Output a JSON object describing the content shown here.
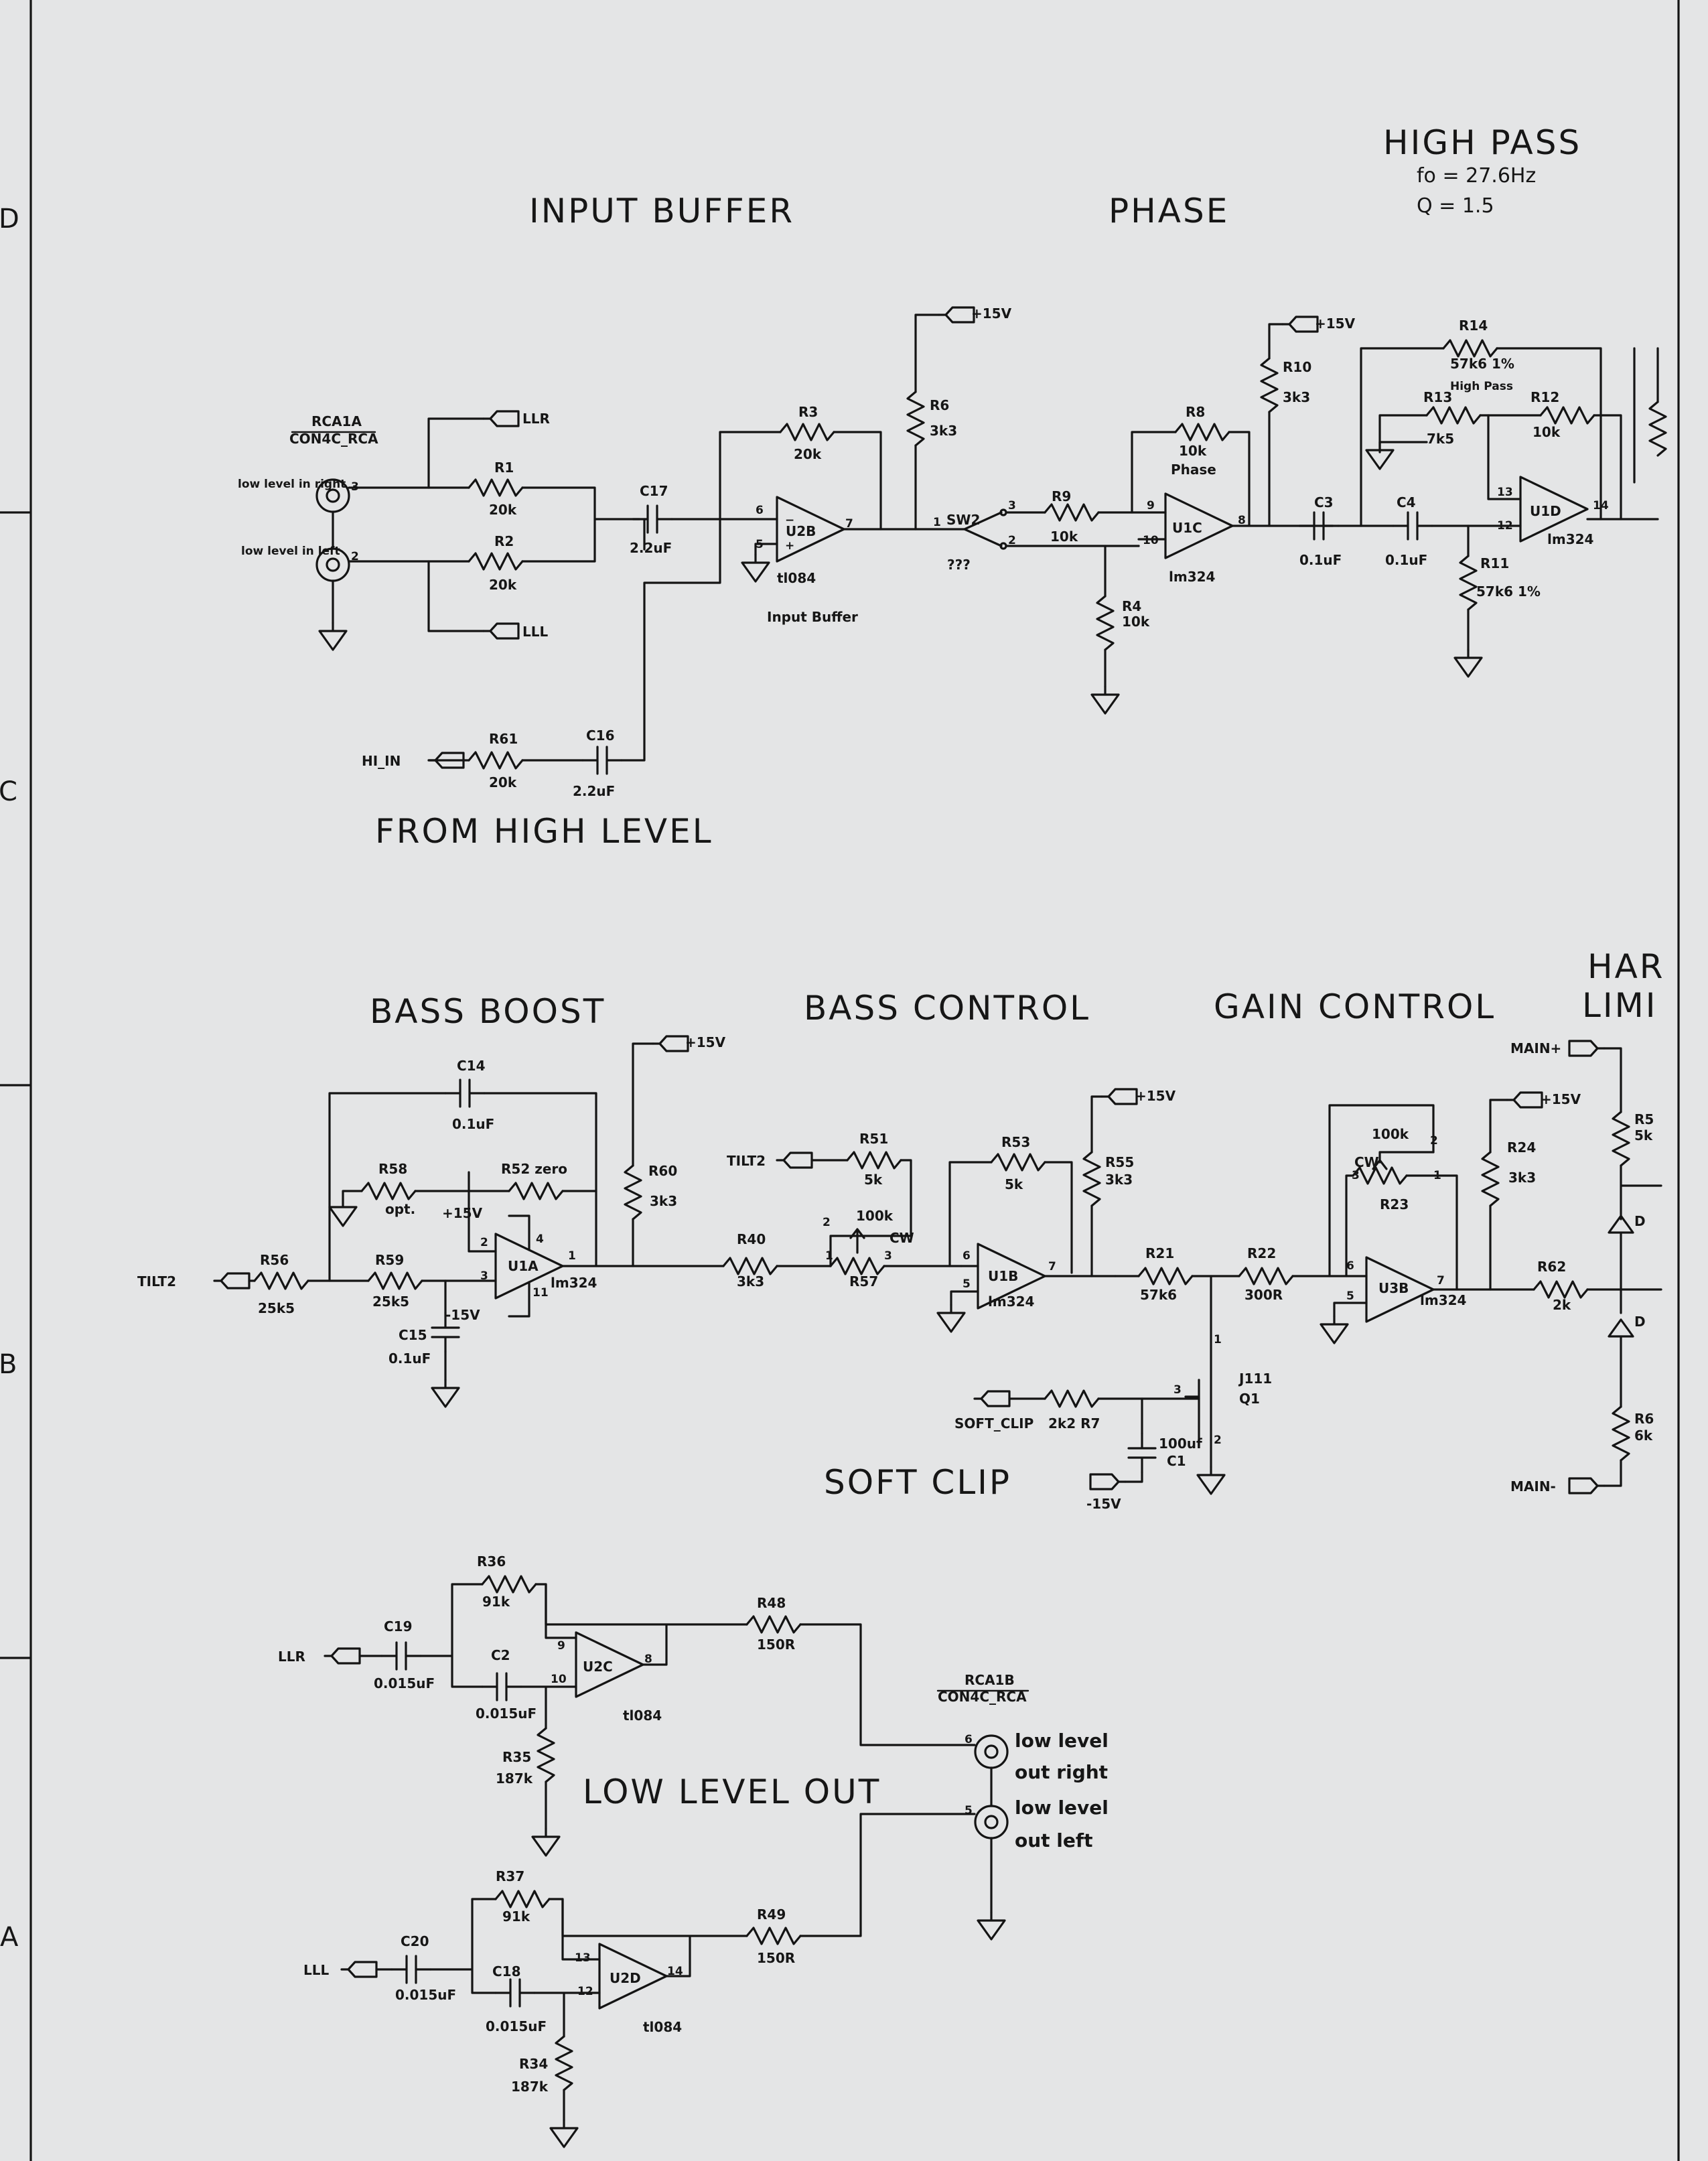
{
  "frame": {
    "row_labels": [
      "D",
      "C",
      "B",
      "A"
    ]
  },
  "sections": {
    "input_buffer": "INPUT BUFFER",
    "phase": "PHASE",
    "high_pass": "HIGH PASS",
    "high_pass_fo": "fo = 27.6Hz",
    "high_pass_q": "Q = 1.5",
    "from_high_level": "FROM HIGH LEVEL",
    "bass_boost": "BASS BOOST",
    "bass_control": "BASS CONTROL",
    "gain_control": "GAIN CONTROL",
    "hard_limit_1": "HAR",
    "hard_limit_2": "LIMI",
    "soft_clip": "SOFT CLIP",
    "low_level_out": "LOW LEVEL OUT"
  },
  "connectors": {
    "rca1a_ref": "RCA1A",
    "rca1a_val": "CON4C_RCA",
    "rca1b_ref": "RCA1B",
    "rca1b_val": "CON4C_RCA",
    "in_right": "low level in right",
    "in_left": "low level in left",
    "out_right_1": "low level",
    "out_right_2": "out right",
    "out_left_1": "low level",
    "out_left_2": "out left"
  },
  "nets": {
    "llr": "LLR",
    "lll": "LLL",
    "hi_in": "HI_IN",
    "tilt2": "TILT2",
    "soft_clip": "SOFT_CLIP",
    "main_plus": "MAIN+",
    "main_minus": "MAIN-",
    "p15": "+15V",
    "n15": "-15V"
  },
  "components": {
    "r1": "R1",
    "r1v": "20k",
    "r2": "R2",
    "r2v": "20k",
    "r3": "R3",
    "r3v": "20k",
    "r6": "R6",
    "r6v": "3k3",
    "r9": "R9",
    "r9v": "10k",
    "r4": "R4",
    "r4v": "10k",
    "r8": "R8",
    "r8v": "10k",
    "r8n": "Phase",
    "r10": "R10",
    "r10v": "3k3",
    "r14": "R14",
    "r14v": "57k6 1%",
    "r14n": "High Pass",
    "r13": "R13",
    "r13v": "7k5",
    "r12": "R12",
    "r12v": "10k",
    "r11": "R11",
    "r11v": "57k6 1%",
    "r61": "R61",
    "r61v": "20k",
    "c17": "C17",
    "c17v": "2.2uF",
    "c16": "C16",
    "c16v": "2.2uF",
    "c3": "C3",
    "c3v": "0.1uF",
    "c4": "C4",
    "c4v": "0.1uF",
    "u2b": "U2B",
    "u2b_part": "tl084",
    "u2b_note": "Input Buffer",
    "u1c": "U1C",
    "u1c_part": "lm324",
    "u1d": "U1D",
    "u1d_part": "lm324",
    "sw2": "SW2",
    "sw2_note": "???",
    "c14": "C14",
    "c14v": "0.1uF",
    "r58": "R58",
    "r58v": "opt.",
    "r52": "R52 zero",
    "r60": "R60",
    "r60v": "3k3",
    "r56": "R56",
    "r56v": "25k5",
    "r59": "R59",
    "r59v": "25k5",
    "c15": "C15",
    "c15v": "0.1uF",
    "u1a": "U1A",
    "u1a_part": "lm324",
    "r40": "R40",
    "r40v": "3k3",
    "r51": "R51",
    "r51v": "5k",
    "r57": "R57",
    "r57v": "100k",
    "cw": "CW",
    "r53": "R53",
    "r53v": "5k",
    "u1b": "U1B",
    "u1b_part": "lm324",
    "r55": "R55",
    "r55v": "3k3",
    "r21": "R21",
    "r21v": "57k6",
    "r22": "R22",
    "r22v": "300R",
    "r23": "R23",
    "r23v": "100k",
    "r24": "R24",
    "r24v": "3k3",
    "u3b": "U3B",
    "u3b_part": "lm324",
    "r62": "R62",
    "r62v": "2k",
    "q1_part": "J111",
    "q1": "Q1",
    "r7": "2k2 R7",
    "c1v": "100uf",
    "c1": "C1",
    "r5x": "R5",
    "r5xv": "5k",
    "r6x": "R6",
    "r6xv": "6k",
    "r36": "R36",
    "r36v": "91k",
    "c19": "C19",
    "c19v": "0.015uF",
    "c2": "C2",
    "c2v": "0.015uF",
    "r35": "R35",
    "r35v": "187k",
    "u2c": "U2C",
    "u2c_part": "tl084",
    "r48": "R48",
    "r48v": "150R",
    "r37": "R37",
    "r37v": "91k",
    "c20": "C20",
    "c20v": "0.015uF",
    "c18": "C18",
    "c18v": "0.015uF",
    "r34": "R34",
    "r34v": "187k",
    "u2d": "U2D",
    "u2d_part": "tl084",
    "r49": "R49",
    "r49v": "150R"
  }
}
